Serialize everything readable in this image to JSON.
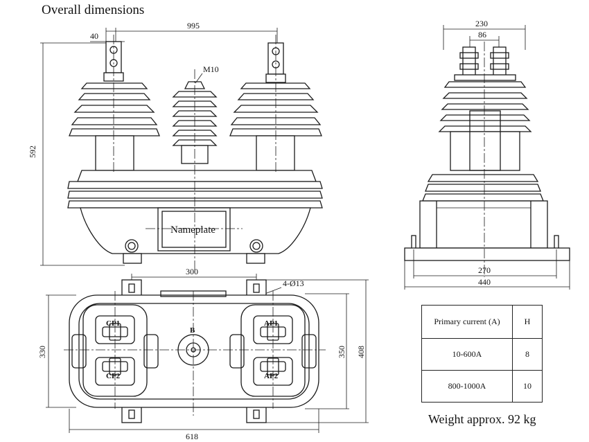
{
  "title": "Overall dimensions",
  "front_view": {
    "dim_top_small": "40",
    "dim_top_span": "995",
    "dim_height": "592",
    "bolt_label": "M10",
    "nameplate": "Nameplate"
  },
  "top_view": {
    "dim_hole_span": "300",
    "holes": "4-Ø13",
    "dim_left_height": "330",
    "dim_inner_height": "350",
    "dim_outer_height": "408",
    "dim_width": "618",
    "terminals": [
      "CP1",
      "CP2",
      "B",
      "AP1",
      "AP2"
    ]
  },
  "side_view": {
    "dim_top_outer": "230",
    "dim_top_inner": "86",
    "dim_base_inner": "270",
    "dim_base_outer": "440"
  },
  "table": {
    "headers": [
      "Primary current (A)",
      "H"
    ],
    "rows": [
      [
        "10-600A",
        "8"
      ],
      [
        "800-1000A",
        "10"
      ]
    ]
  },
  "weight": "Weight approx. 92 kg"
}
